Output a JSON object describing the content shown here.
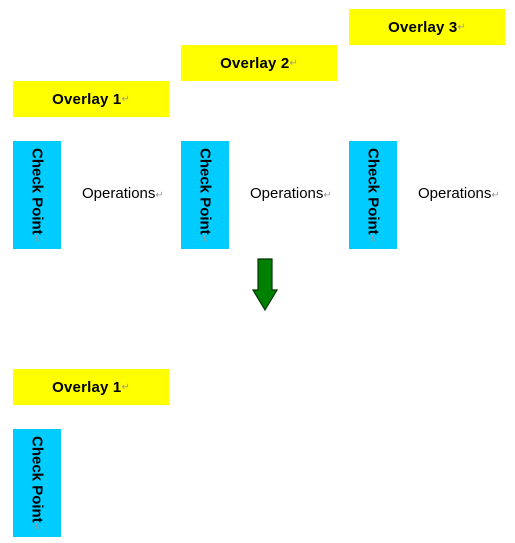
{
  "diagram": {
    "paragraph_mark": "↵",
    "top": {
      "overlays": [
        "Overlay 1",
        "Overlay 2",
        "Overlay 3"
      ],
      "checkpoints": [
        "Check Point",
        "Check Point",
        "Check Point"
      ],
      "operations": [
        "Operations",
        "Operations",
        "Operations"
      ]
    },
    "bottom": {
      "overlay": "Overlay 1",
      "checkpoint": "Check Point"
    }
  },
  "colors": {
    "overlay_fill": "#ffff00",
    "checkpoint_fill": "#00ccff",
    "arrow_fill": "#008000",
    "arrow_stroke": "#003300"
  },
  "icons": {
    "arrow": "arrow-down-icon"
  }
}
